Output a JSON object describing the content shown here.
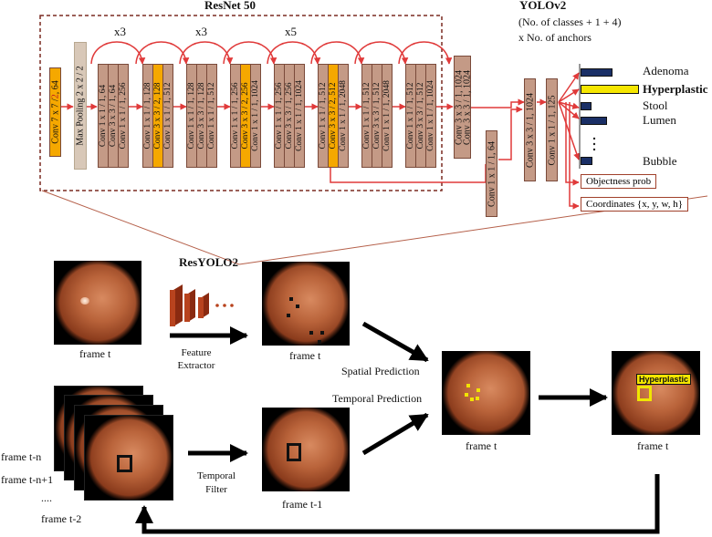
{
  "top": {
    "resnet_title": "ResNet 50",
    "yolo_title": "YOLOv2",
    "yolo_note_1": "(No. of classes + 1 + 4)",
    "yolo_note_2": "x No. of anchors",
    "repeat_1": "x3",
    "repeat_2": "x3",
    "repeat_3": "x5",
    "conv1_prefix": "Conv 7 x 7 /",
    "conv1_stride": "2",
    "conv1_suffix": ", 64",
    "pool": "Max Pooling 2 x 2 / 2",
    "b1": [
      "Conv 1 x 1 / 1, 64",
      "Conv 3 x 3 / 1, 64",
      "Conv 1 x 1 / 1, 256"
    ],
    "b2": [
      "Conv 1 x 1 / 1, 128",
      "Conv 3 x 3 / 2, 128",
      "Conv 1 x 1 / 1, 512"
    ],
    "b3": [
      "Conv 1 x 1 / 1, 128",
      "Conv 3 x 3 / 1, 128",
      "Conv 1 x 1 / 1, 512"
    ],
    "b4": [
      "Conv 1 x 1 / 1, 256",
      "Conv 3 x 3 / 2, 256",
      "Conv 1 x 1 / 1, 1024"
    ],
    "b5": [
      "Conv 1 x 1 / 1, 256",
      "Conv 3 x 3 / 1, 256",
      "Conv 1 x 1 / 1, 1024"
    ],
    "b6": [
      "Conv 1 x 1 / 1, 512",
      "Conv 3 x 3 / 2, 512",
      "Conv 1 x 1 / 1, 2048"
    ],
    "b7": [
      "Conv 1 x 1 / 1, 512",
      "Conv 3 x 3 / 1, 512",
      "Conv 1 x 1 / 1, 2048"
    ],
    "b8": [
      "Conv 1 x 1 / 1, 512",
      "Conv 3 x 3 / 1, 512",
      "Conv 1 x 1 / 1, 1024"
    ],
    "yolo_a": [
      "Conv 3 x 3 / 1, 1024",
      "Conv 3 x 3 / 1, 1024"
    ],
    "yolo_skip": "Conv 1 x 1 / 1, 64",
    "yolo_b": "Conv 3 x 3 / 1, 1024",
    "yolo_c": "Conv 1 x 1 / 1, 125",
    "classes": [
      "Adenoma",
      "Hyperplastic",
      "Stool",
      "Lumen",
      "Bubble"
    ],
    "class_scores": [
      0.55,
      1.0,
      0.18,
      0.45,
      0.2
    ],
    "objectness": "Objectness prob",
    "coordinates": "Coordinates {x, y, w, h}"
  },
  "bottom": {
    "resyolo": "ResYOLO2",
    "frame_t": "frame t",
    "feature_extractor_1": "Feature",
    "feature_extractor_2": "Extractor",
    "spatial": "Spatial Prediction",
    "temporal": "Temporal Prediction",
    "temporal_filter_1": "Temporal",
    "temporal_filter_2": "Filter",
    "frame_t_1": "frame t-1",
    "stack_labels": [
      "frame t-n",
      "frame t-n+1",
      "....",
      "frame t-2"
    ],
    "final_frame": "frame t",
    "mid_frame": "frame t",
    "detected_class": "Hyperplastic"
  },
  "colors": {
    "arrow_red": "#e03a3a",
    "dashed_box": "#7a2a20",
    "highlight_yellow": "#f5e600",
    "bar_navy": "#1a2f66",
    "block_orange": "#f5a800"
  }
}
